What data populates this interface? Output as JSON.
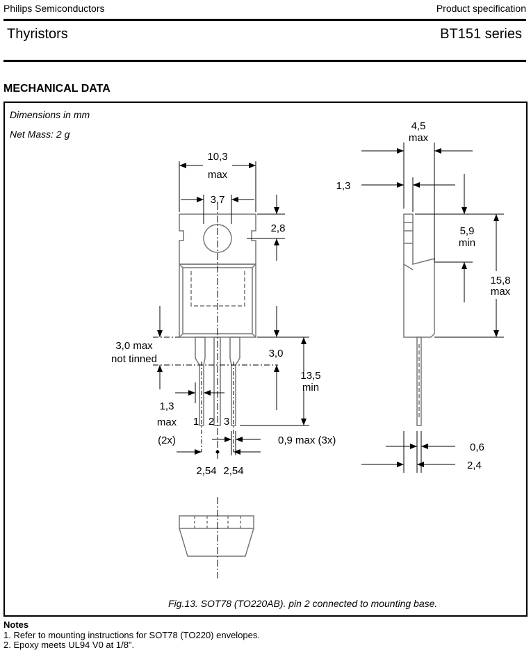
{
  "header": {
    "company": "Philips Semiconductors",
    "doc_type": "Product specification",
    "product_family": "Thyristors",
    "series": "BT151 series"
  },
  "section_title": "MECHANICAL DATA",
  "figure": {
    "dimensions_unit": "Dimensions in mm",
    "net_mass": "Net Mass: 2 g",
    "caption": "Fig.13.  SOT78 (TO220AB). pin 2 connected to mounting base.",
    "labels": {
      "width_val": "10,3",
      "width_tol": "max",
      "hole": "3,7",
      "hole_pos": "2,8",
      "not_tinned_1": "3,0 max",
      "not_tinned_2": "not tinned",
      "lead_shoulder": "3,0",
      "lead_len_val": "13,5",
      "lead_len_tol": "min",
      "lead_w_val": "1,3",
      "lead_w_tol": "max",
      "lead_w_count": "(2x)",
      "pin1": "1",
      "pin2": "2",
      "pin3": "3",
      "lead_t": "0,9 max (3x)",
      "pitch1": "2,54",
      "pitch2": "2,54",
      "thick_val": "4,5",
      "thick_tol": "max",
      "tab_t": "1,3",
      "tab_h_val": "5,9",
      "tab_h_tol": "min",
      "body_h_val": "15,8",
      "body_h_tol": "max",
      "lead_th": "0,6",
      "lead_off": "2,4"
    }
  },
  "notes": {
    "title": "Notes",
    "items": [
      "1. Refer to mounting instructions for SOT78 (TO220) envelopes.",
      "2. Epoxy meets UL94 V0 at 1/8\"."
    ]
  }
}
